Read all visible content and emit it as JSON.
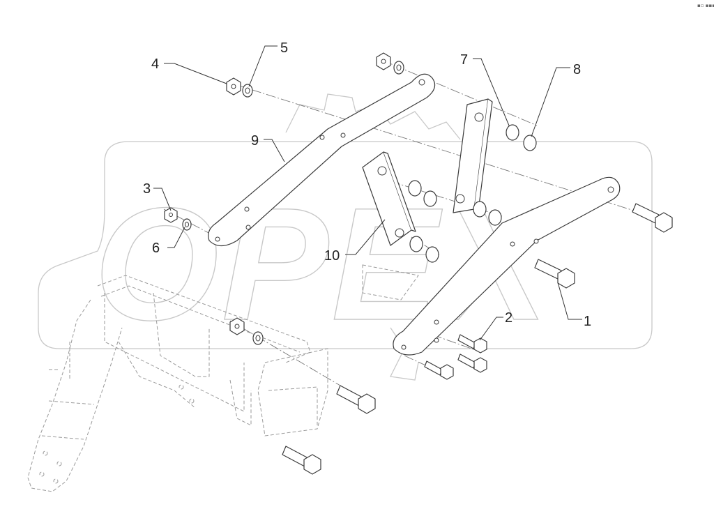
{
  "watermark": {
    "text": "OPEX"
  },
  "corner_mark": "▪▫ ▪▪▪",
  "callouts": [
    {
      "id": "1",
      "label": "1"
    },
    {
      "id": "2",
      "label": "2"
    },
    {
      "id": "3",
      "label": "3"
    },
    {
      "id": "4",
      "label": "4"
    },
    {
      "id": "5",
      "label": "5"
    },
    {
      "id": "6",
      "label": "6"
    },
    {
      "id": "7",
      "label": "7"
    },
    {
      "id": "8",
      "label": "8"
    },
    {
      "id": "9",
      "label": "9"
    },
    {
      "id": "10",
      "label": "10"
    }
  ]
}
